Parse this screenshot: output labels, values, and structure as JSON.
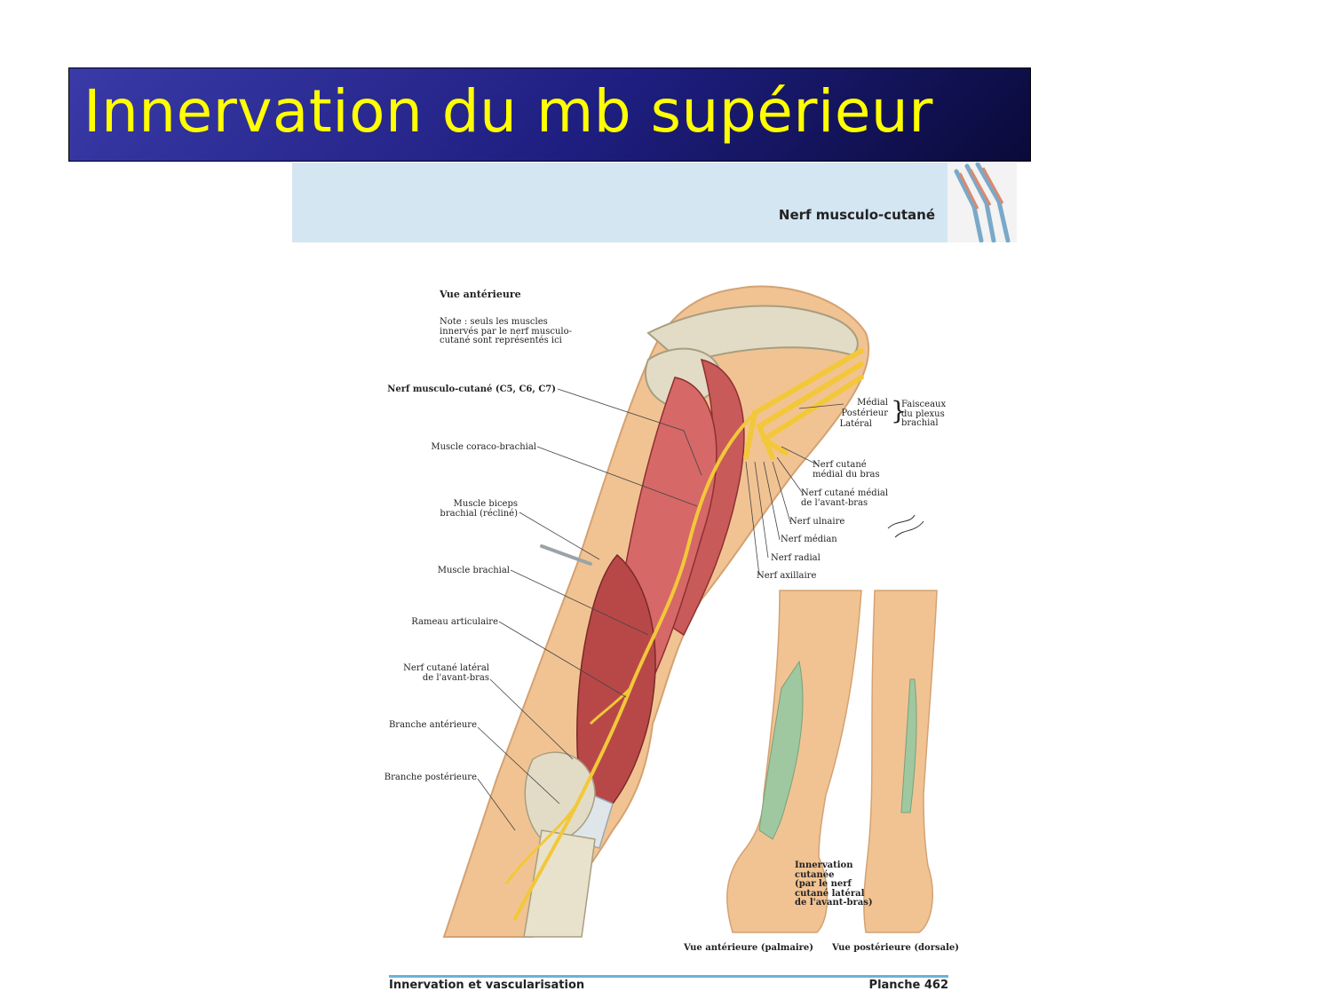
{
  "slide": {
    "title": "Innervation du mb supérieur"
  },
  "plate": {
    "header": "Nerf musculo-cutané",
    "view_title": "Vue antérieure",
    "note": "Note : seuls les muscles\ninnervés par le nerf musculo-\ncutané sont représentés ici",
    "labels_left": {
      "nerve": "Nerf musculo-cutané (C5, C6, C7)",
      "coracobrachial": "Muscle coraco-brachial",
      "biceps": "Muscle biceps\nbrachial (récliné)",
      "brachial": "Muscle brachial",
      "articular": "Rameau articulaire",
      "lateral_cut": "Nerf cutané latéral\nde l'avant-bras",
      "ant_branch": "Branche antérieure",
      "post_branch": "Branche postérieure"
    },
    "cords": {
      "medial": "Médial",
      "posterior": "Postérieur",
      "lateral": "Latéral",
      "group": "Faisceaux\ndu plexus\nbrachial"
    },
    "labels_right": {
      "med_cut_arm": "Nerf cutané\nmédial du bras",
      "med_cut_forearm": "Nerf cutané médial\nde l'avant-bras",
      "ulnar": "Nerf ulnaire",
      "median": "Nerf médian",
      "radial": "Nerf radial",
      "axillary": "Nerf axillaire"
    },
    "cutaneous_note": "Innervation\ncutanée\n(par le nerf\ncutané latéral\nde l'avant-bras)",
    "view_palmar": "Vue antérieure (palmaire)",
    "view_dorsal": "Vue postérieure (dorsale)",
    "footer_left": "Innervation et vascularisation",
    "footer_right": "Planche 462"
  },
  "colors": {
    "title_text": "#ffff00",
    "title_bg": "#1e1e80",
    "header_bg": "#d3e6f2",
    "muscle": "#c85a5a",
    "nerve": "#f2c83a",
    "skin": "#f1c393",
    "cutaneous_zone": "#9fc7a0",
    "footer_rule": "#6ab2d8"
  }
}
